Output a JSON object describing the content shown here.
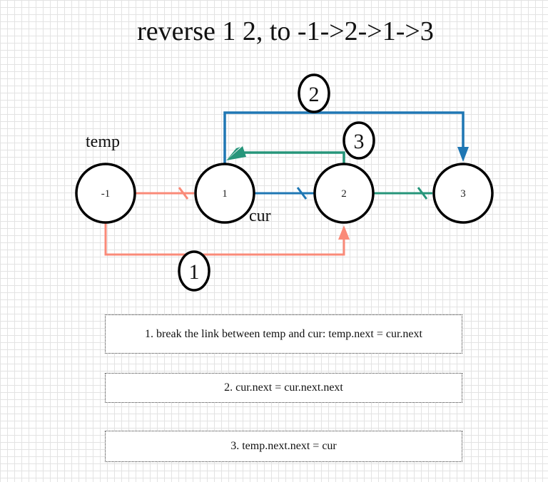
{
  "title": "reverse 1 2, to -1->2->1->3",
  "nodes": [
    "-1",
    "1",
    "2",
    "3"
  ],
  "labels": {
    "temp": "temp",
    "cur": "cur"
  },
  "callouts": [
    "1",
    "2",
    "3"
  ],
  "colors": {
    "salmon": "#fa8a78",
    "blue": "#1f77b4",
    "green": "#26957a",
    "outline": "#000000"
  },
  "steps": [
    "1. break the link between temp and cur:  temp.next = cur.next",
    "2. cur.next = cur.next.next",
    "3. temp.next.next = cur"
  ]
}
